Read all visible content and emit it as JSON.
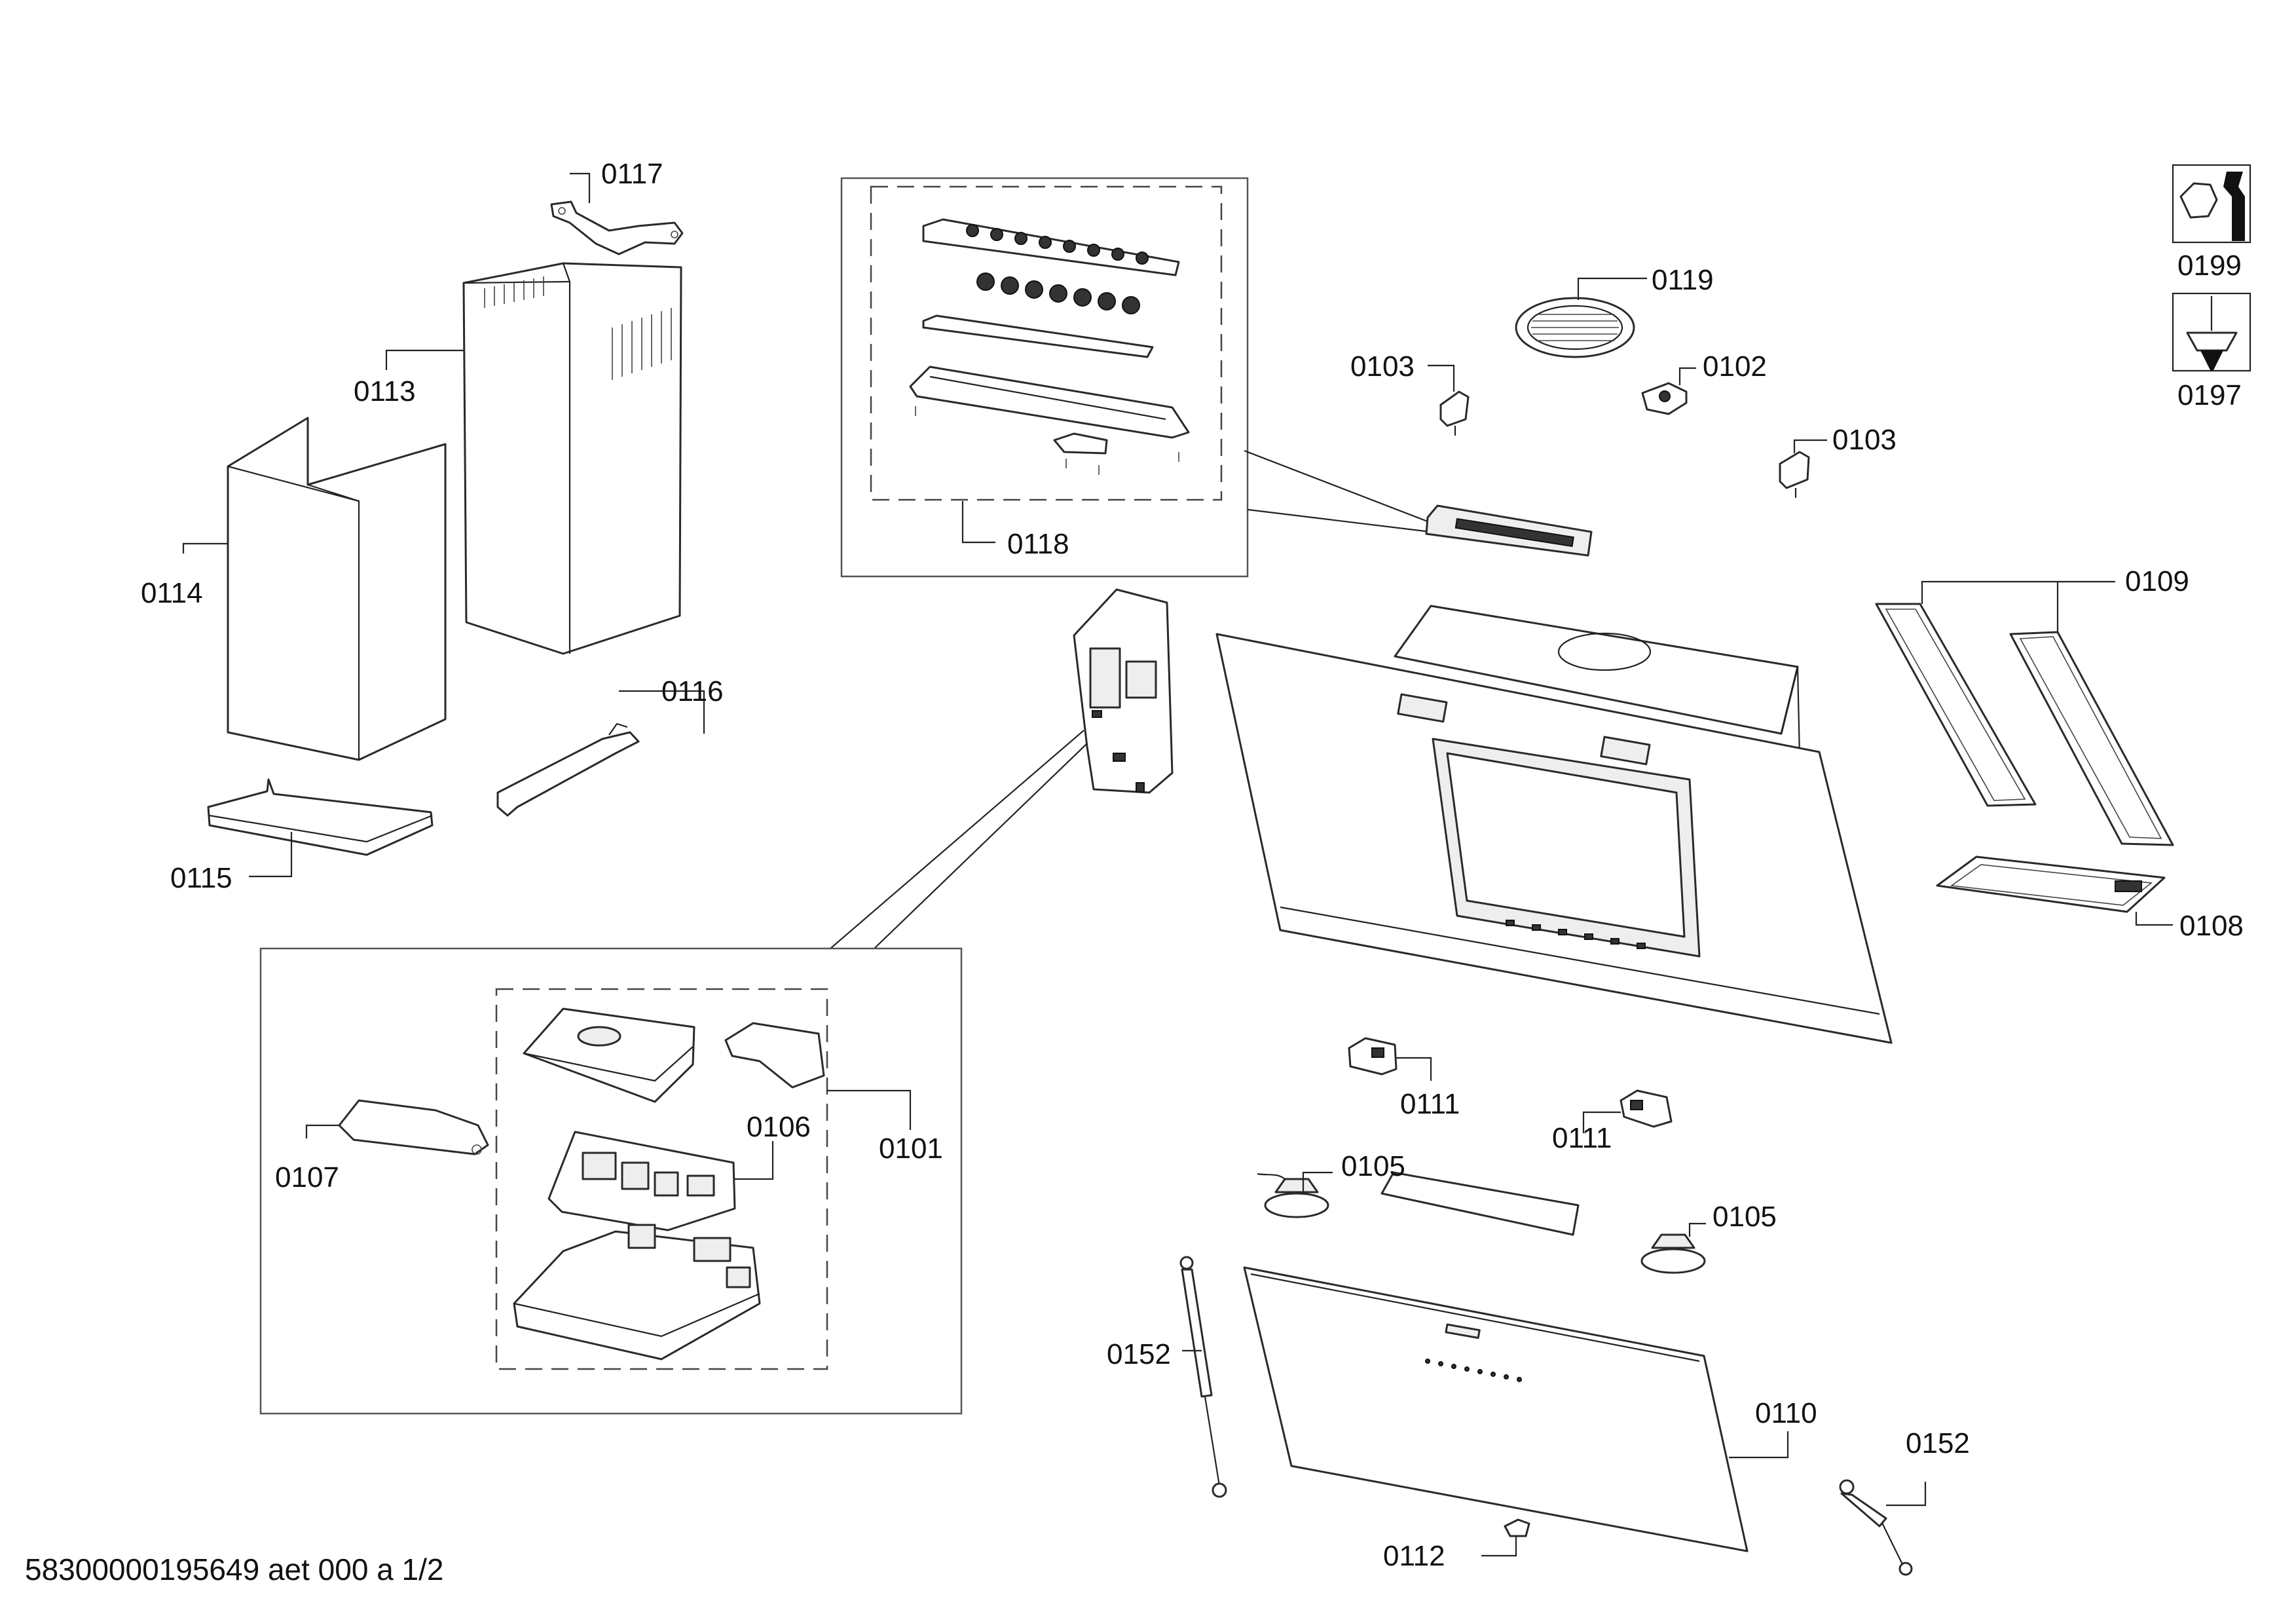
{
  "labels": {
    "p0117": "0117",
    "p0113": "0113",
    "p0114": "0114",
    "p0116": "0116",
    "p0115": "0115",
    "p0118": "0118",
    "p0119": "0119",
    "p0103a": "0103",
    "p0102": "0102",
    "p0103b": "0103",
    "p0199": "0199",
    "p0197": "0197",
    "p0109": "0109",
    "p0108": "0108",
    "p0107": "0107",
    "p0106": "0106",
    "p0101": "0101",
    "p0111a": "0111",
    "p0111b": "0111",
    "p0105a": "0105",
    "p0105b": "0105",
    "p0152a": "0152",
    "p0152b": "0152",
    "p0110": "0110",
    "p0112": "0112"
  },
  "footer": "58300000195649 aet 000 a 1/2",
  "icons": {
    "tool_icon_1": "nut-wrench-icon",
    "tool_icon_2": "screwdriver-icon"
  },
  "colors": {
    "line": "#222222",
    "background": "#ffffff"
  }
}
